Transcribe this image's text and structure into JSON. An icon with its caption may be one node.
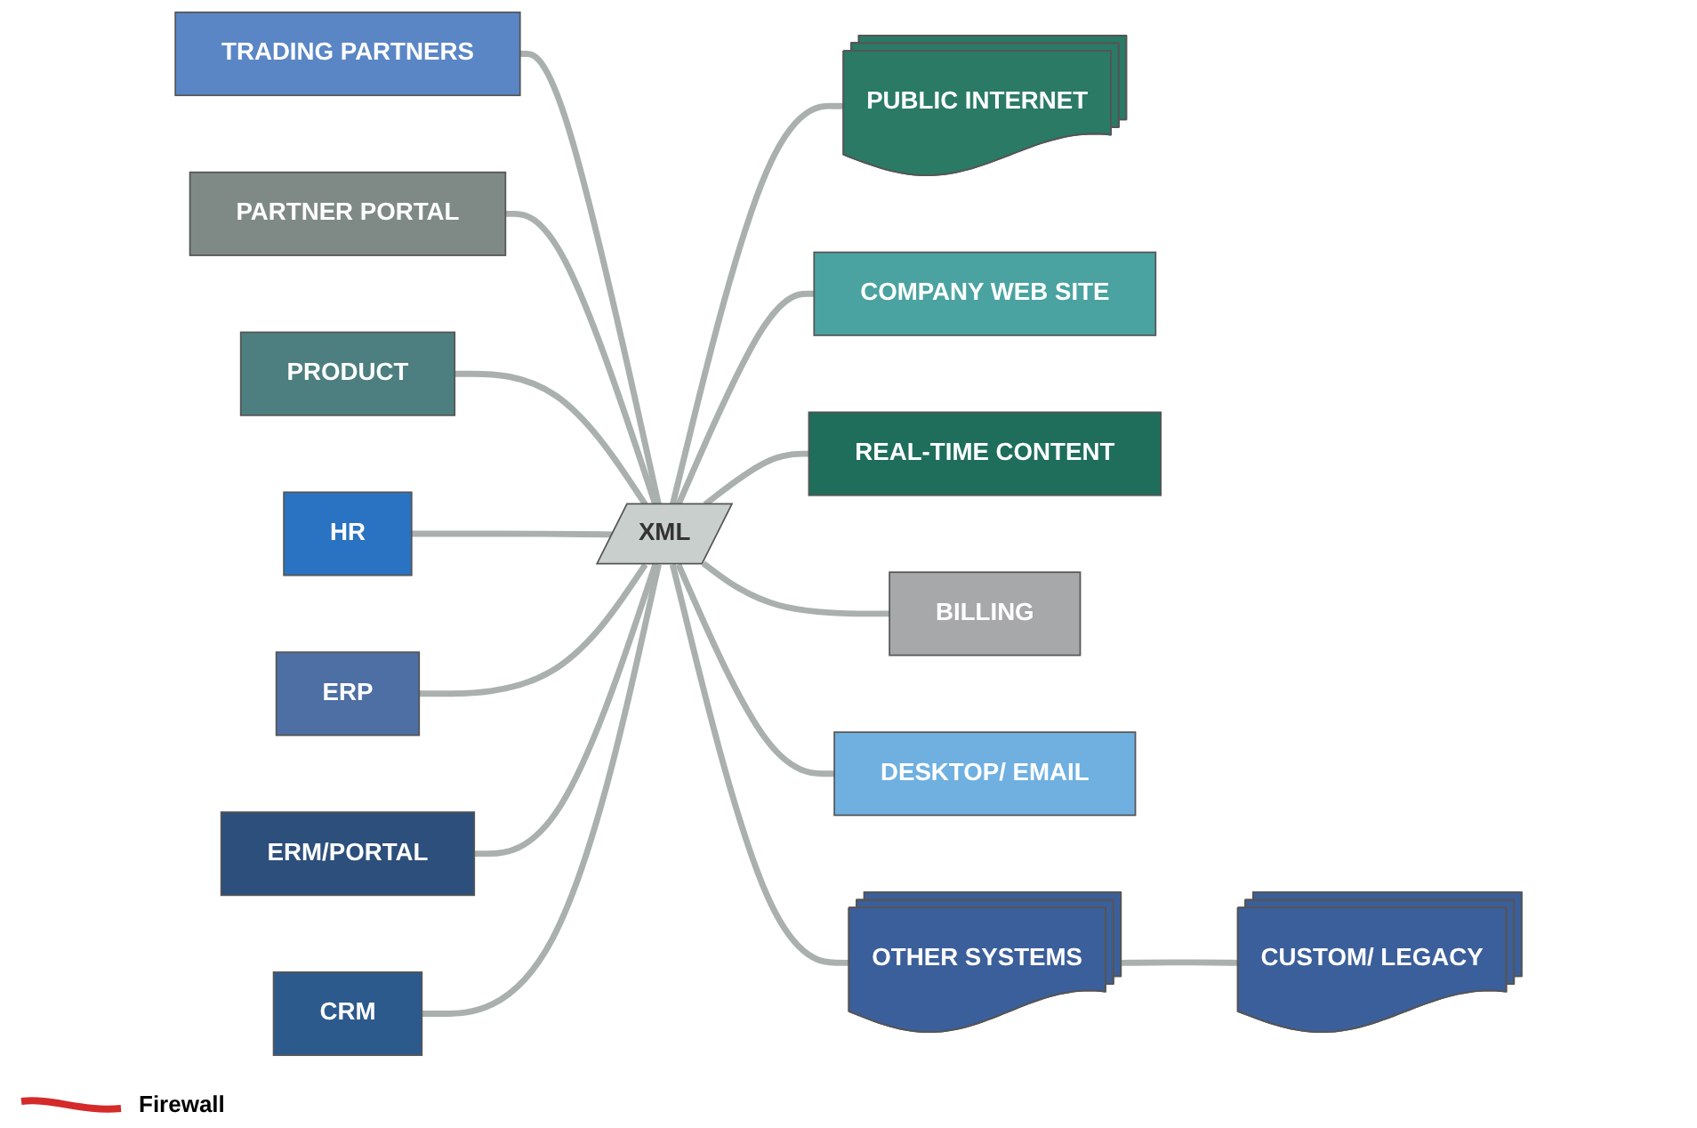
{
  "diagram": {
    "nodes": [
      {
        "text": [
          "XML"
        ]
      },
      {
        "text": [
          "TRADING PARTNERS"
        ]
      },
      {
        "text": [
          "PUBLIC INTERNET"
        ]
      },
      {
        "text": [
          "PARTNER PORTAL"
        ]
      },
      {
        "text": [
          "COMPANY WEB SITE"
        ]
      },
      {
        "text": [
          "PRODUCT"
        ]
      },
      {
        "text": [
          "REAL-TIME CONTENT"
        ]
      },
      {
        "text": [
          "HR"
        ]
      },
      {
        "text": [
          "BILLING"
        ]
      },
      {
        "text": [
          "ERP"
        ]
      },
      {
        "text": [
          "DESKTOP/ EMAIL"
        ]
      },
      {
        "text": [
          "ERM/PORTAL"
        ]
      },
      {
        "text": [
          "CRM"
        ]
      },
      {
        "text": [
          "OTHER SYSTEMS"
        ]
      },
      {
        "text": [
          "CUSTOM/ LEGACY"
        ]
      }
    ],
    "edges": [
      {
        "from": 1,
        "to": 0,
        "arrow": "none"
      },
      {
        "from": 0,
        "to": 2,
        "arrow": "none"
      },
      {
        "from": 3,
        "to": 0,
        "arrow": "none"
      },
      {
        "from": 0,
        "to": 4,
        "arrow": "none"
      },
      {
        "from": 5,
        "to": 0,
        "arrow": "none"
      },
      {
        "from": 0,
        "to": 6,
        "arrow": "none"
      },
      {
        "from": 7,
        "to": 0,
        "arrow": "none"
      },
      {
        "from": 0,
        "to": 8,
        "arrow": "none"
      },
      {
        "from": 9,
        "to": 0,
        "arrow": "none"
      },
      {
        "from": 0,
        "to": 10,
        "arrow": "none"
      },
      {
        "from": 11,
        "to": 0,
        "arrow": "none"
      },
      {
        "from": 12,
        "to": 0,
        "arrow": "none"
      },
      {
        "from": 0,
        "to": 13,
        "arrow": "none"
      },
      {
        "from": 13,
        "to": 14,
        "arrow": "none"
      }
    ],
    "labels": [
      "Firewall"
    ]
  }
}
